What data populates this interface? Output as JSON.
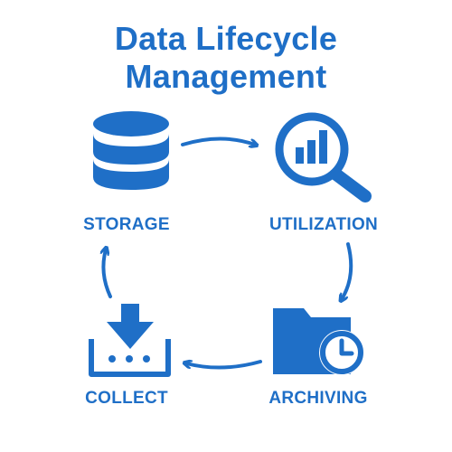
{
  "title": {
    "line1": "Data Lifecycle",
    "line2": "Management"
  },
  "stages": {
    "storage": "STORAGE",
    "utilization": "UTILIZATION",
    "collect": "COLLECT",
    "archiving": "ARCHIVING"
  },
  "colors": {
    "primary": "#1f6fc7",
    "background": "#ffffff"
  },
  "icons": {
    "storage": "database-icon",
    "utilization": "magnifier-chart-icon",
    "collect": "download-tray-icon",
    "archiving": "folder-clock-icon"
  }
}
